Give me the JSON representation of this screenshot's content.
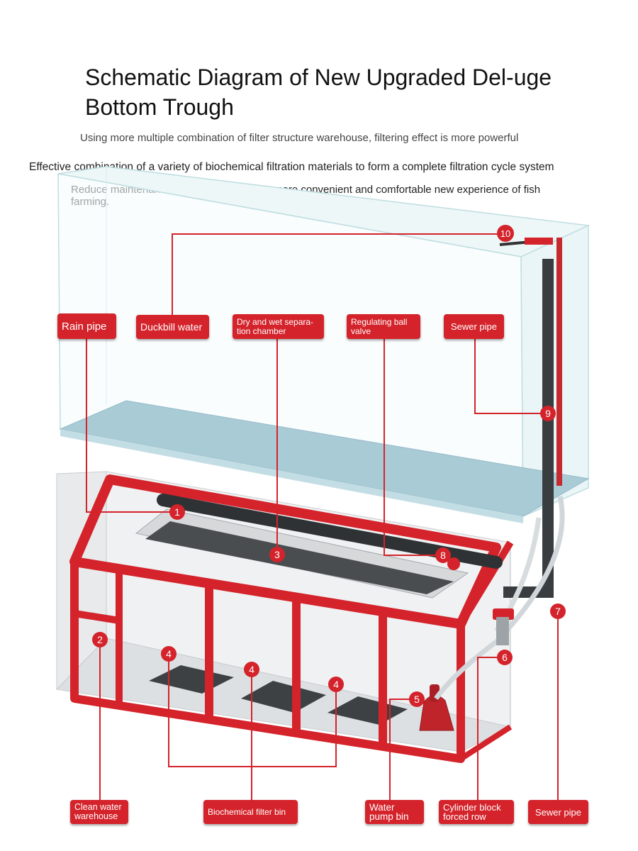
{
  "title": "Schematic Diagram of New Upgraded Del-uge Bottom Trough",
  "subtitles": [
    "Using more multiple combination of filter structure warehouse, filtering effect is more powerful",
    "Effective combination of a variety of biochemical filtration materials to form a complete filtration cycle system",
    "Reduce maintenance time and bring you a more convenient and comfortable new experience of fish farming."
  ],
  "labels": {
    "rain_pipe": "Rain pipe",
    "duckbill_water": "Duckbill water",
    "dry_wet_chamber": "Dry and wet separa-tion chamber",
    "regulating_ball_valve": "Regulating ball valve",
    "sewer_pipe_top": "Sewer pipe",
    "clean_water_warehouse": "Clean water warehouse",
    "biochemical_filter_bin": "Biochemical filter bin",
    "water_pump_bin": "Water pump bin",
    "cylinder_block_forced_row": "Cylinder block forced row",
    "sewer_pipe_bottom": "Sewer pipe"
  },
  "markers": [
    "1",
    "2",
    "3",
    "4",
    "4",
    "4",
    "5",
    "6",
    "7",
    "8",
    "9",
    "10"
  ],
  "colors": {
    "accent": "#d4232b",
    "water": "#a9cbd6",
    "glass": "#c9e3e6",
    "pipe": "#3a3d40"
  }
}
